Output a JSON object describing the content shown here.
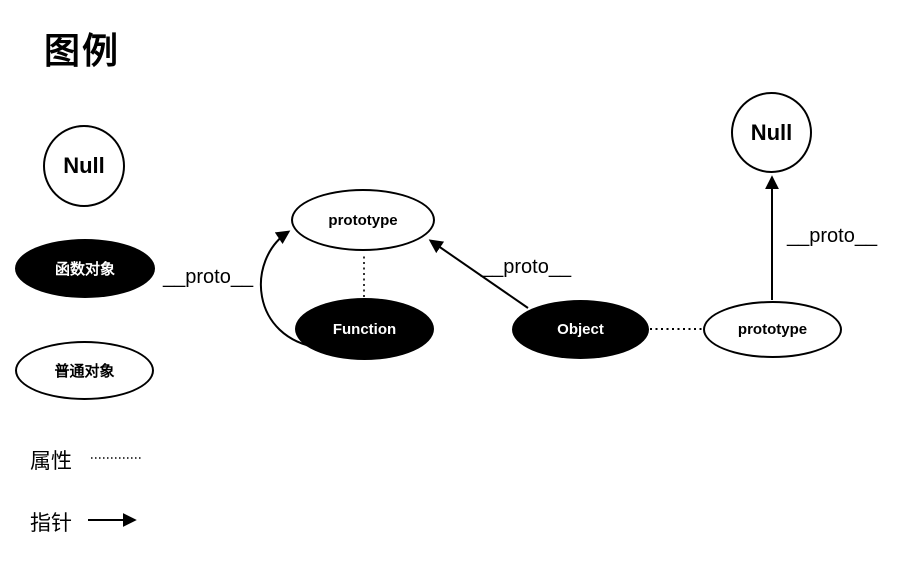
{
  "title": "图例",
  "legend": {
    "null_label": "Null",
    "function_object_label": "函数对象",
    "plain_object_label": "普通对象",
    "property_label": "属性",
    "pointer_label": "指针"
  },
  "nodes": {
    "prototype_center": "prototype",
    "function": "Function",
    "object": "Object",
    "prototype_right": "prototype",
    "null_top": "Null"
  },
  "edges": {
    "function_proto": "__proto__",
    "object_proto": "__proto__",
    "prototype_proto": "__proto__"
  },
  "colors": {
    "node_fill_dark": "#000000",
    "node_fill_light": "#ffffff",
    "stroke": "#000000"
  }
}
